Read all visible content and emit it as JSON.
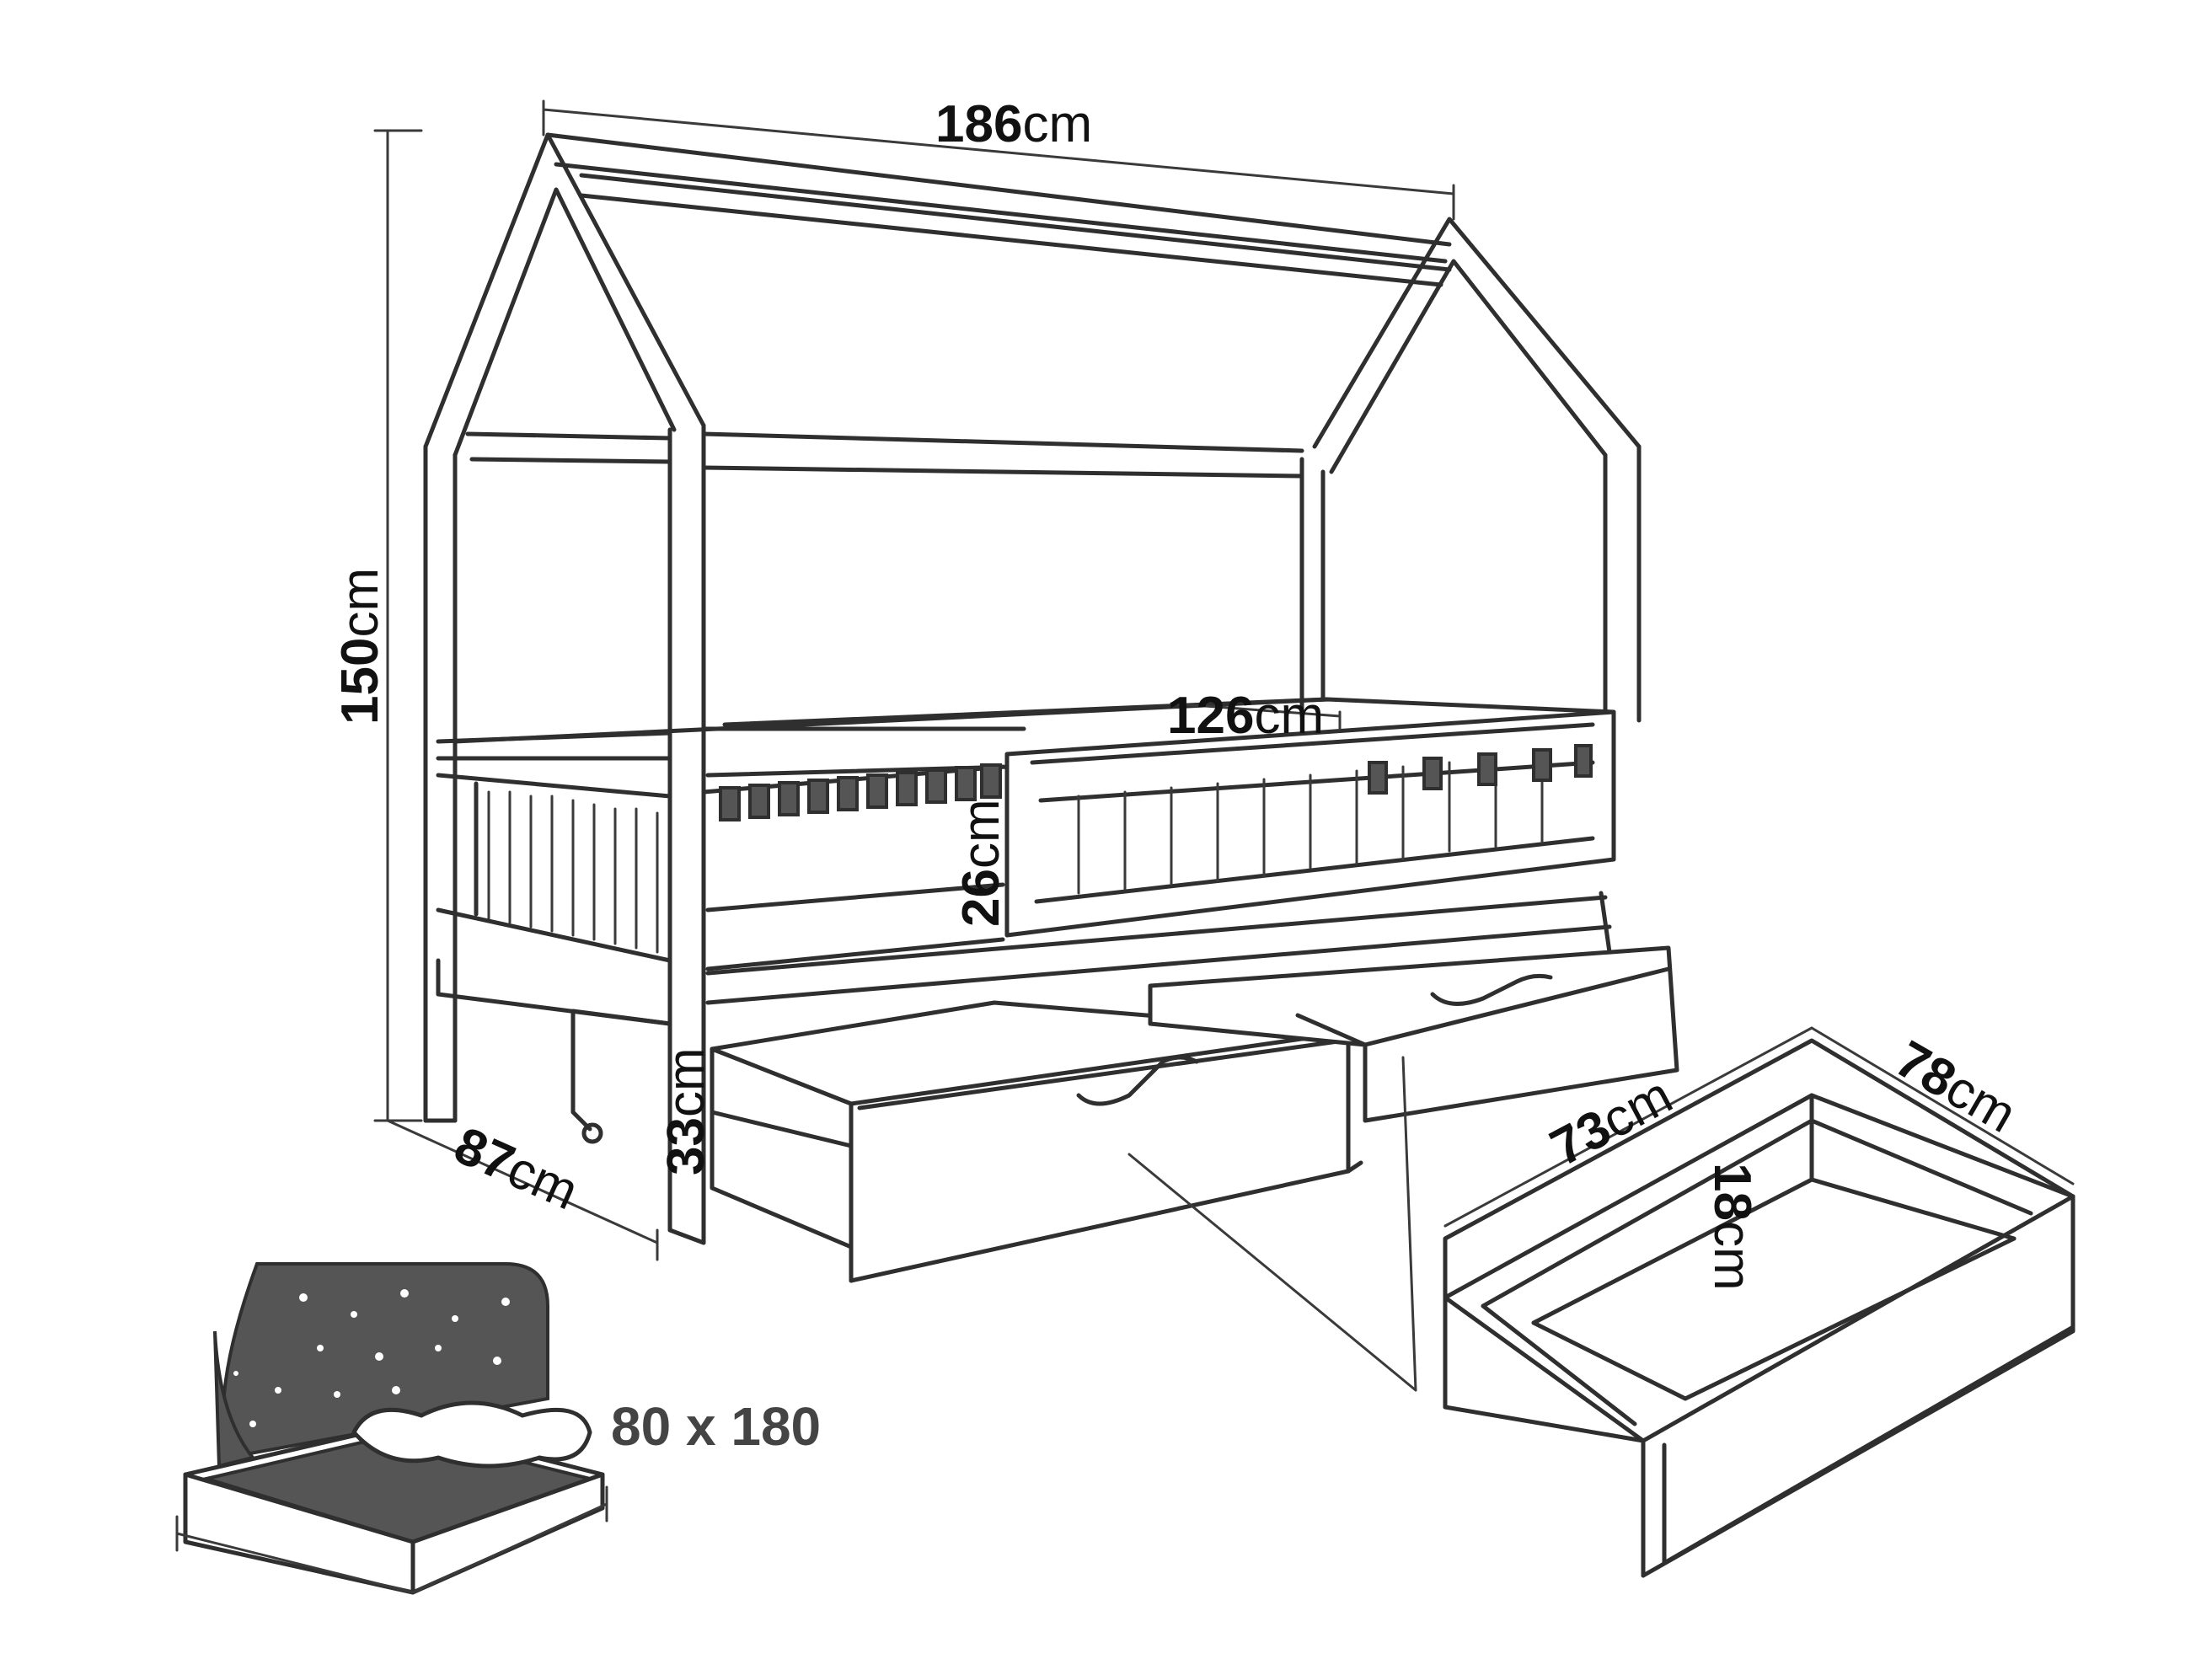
{
  "dimensions": {
    "length": {
      "value": "186",
      "unit": "cm"
    },
    "height": {
      "value": "150",
      "unit": "cm"
    },
    "rail_length": {
      "value": "126",
      "unit": "cm"
    },
    "rail_height": {
      "value": "26",
      "unit": "cm"
    },
    "leg_height": {
      "value": "33",
      "unit": "cm"
    },
    "width": {
      "value": "87",
      "unit": "cm"
    },
    "drawer_width": {
      "value": "73",
      "unit": "cm"
    },
    "drawer_length": {
      "value": "78",
      "unit": "cm"
    },
    "drawer_height": {
      "value": "18",
      "unit": "cm"
    }
  },
  "mattress": {
    "size": "80 x 180"
  },
  "colors": {
    "line": "#2f2f2f",
    "headboard": "#555555",
    "background": "#ffffff"
  }
}
